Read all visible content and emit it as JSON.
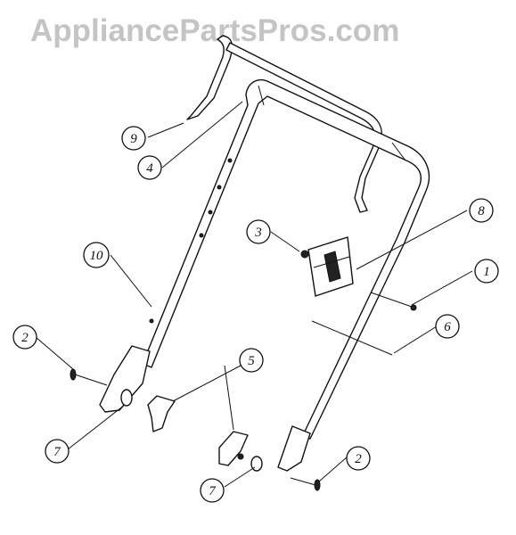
{
  "watermark": "AppliancePartsPros.com",
  "callouts": [
    {
      "label": "9"
    },
    {
      "label": "4"
    },
    {
      "label": "3"
    },
    {
      "label": "8"
    },
    {
      "label": "10"
    },
    {
      "label": "1"
    },
    {
      "label": "6"
    },
    {
      "label": "2"
    },
    {
      "label": "5"
    },
    {
      "label": "7"
    },
    {
      "label": "7"
    },
    {
      "label": "2"
    }
  ]
}
